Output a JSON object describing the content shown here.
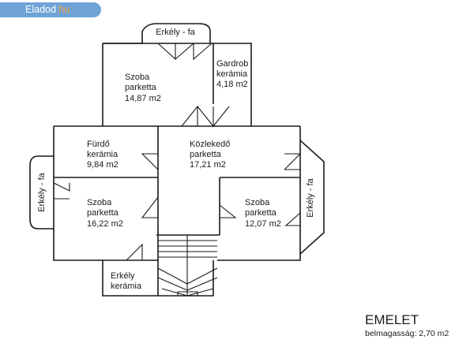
{
  "badge": {
    "brand": "Eladod",
    "tld": ".hu"
  },
  "rooms": {
    "balcony_top": "Erkély - fa",
    "room1": {
      "name": "Szoba",
      "floor": "parketta",
      "area": "14,87 m2"
    },
    "wardrobe": {
      "name": "Gardrob",
      "floor": "kerámia",
      "area": "4,18 m2"
    },
    "bathroom": {
      "name": "Fürdő",
      "floor": "kerámia",
      "area": "9,84 m2"
    },
    "corridor": {
      "name": "Közlekedő",
      "floor": "parketta",
      "area": "17,21 m2"
    },
    "balcony_left": "Erkély - fa",
    "room2": {
      "name": "Szoba",
      "floor": "parketta",
      "area": "16,22 m2"
    },
    "room3": {
      "name": "Szoba",
      "floor": "parketta",
      "area": "12,07 m2"
    },
    "balcony_right": "Erkély - fa",
    "balcony_bottom": {
      "name": "Erkély",
      "floor": "kerámia"
    }
  },
  "legend": {
    "title": "EMELET",
    "height": "belmagasság: 2,70 m2"
  }
}
